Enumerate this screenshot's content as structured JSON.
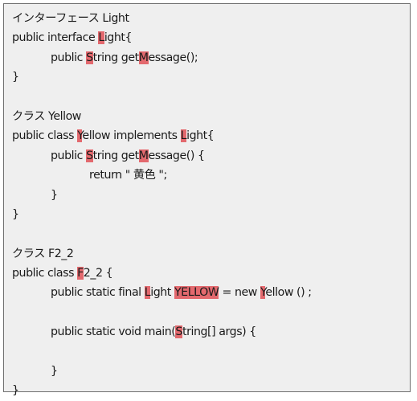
{
  "highlight_color": "#e3696e",
  "background_color": "#efefef",
  "lines": [
    {
      "indent": 0,
      "segments": [
        {
          "t": "インターフェース Light"
        }
      ]
    },
    {
      "indent": 0,
      "segments": [
        {
          "t": "public interface "
        },
        {
          "t": "L",
          "hl": true
        },
        {
          "t": "ight{"
        }
      ]
    },
    {
      "indent": 1,
      "segments": [
        {
          "t": "public "
        },
        {
          "t": "S",
          "hl": true
        },
        {
          "t": "tring get"
        },
        {
          "t": "M",
          "hl": true
        },
        {
          "t": "essage();"
        }
      ]
    },
    {
      "indent": 0,
      "segments": [
        {
          "t": "}"
        }
      ]
    },
    {
      "indent": 0,
      "segments": [
        {
          "t": ""
        }
      ]
    },
    {
      "indent": 0,
      "segments": [
        {
          "t": "クラス Yellow"
        }
      ]
    },
    {
      "indent": 0,
      "segments": [
        {
          "t": "public class "
        },
        {
          "t": "Y",
          "hl": true
        },
        {
          "t": "ellow implements "
        },
        {
          "t": "L",
          "hl": true
        },
        {
          "t": "ight{"
        }
      ]
    },
    {
      "indent": 1,
      "segments": [
        {
          "t": "public "
        },
        {
          "t": "S",
          "hl": true
        },
        {
          "t": "tring get"
        },
        {
          "t": "M",
          "hl": true
        },
        {
          "t": "essage() {"
        }
      ]
    },
    {
      "indent": 2,
      "segments": [
        {
          "t": "return \" 黄色 \";"
        }
      ]
    },
    {
      "indent": 1,
      "segments": [
        {
          "t": "}"
        }
      ]
    },
    {
      "indent": 0,
      "segments": [
        {
          "t": "}"
        }
      ]
    },
    {
      "indent": 0,
      "segments": [
        {
          "t": ""
        }
      ]
    },
    {
      "indent": 0,
      "segments": [
        {
          "t": "クラス F2_2"
        }
      ]
    },
    {
      "indent": 0,
      "segments": [
        {
          "t": "public class "
        },
        {
          "t": "F",
          "hl": true
        },
        {
          "t": "2_2 {"
        }
      ]
    },
    {
      "indent": 1,
      "segments": [
        {
          "t": "public static final "
        },
        {
          "t": "L",
          "hl": true
        },
        {
          "t": "ight "
        },
        {
          "t": "YELLOW",
          "hl": true
        },
        {
          "t": " = new "
        },
        {
          "t": "Y",
          "hl": true
        },
        {
          "t": "ellow () ;"
        }
      ]
    },
    {
      "indent": 0,
      "segments": [
        {
          "t": ""
        }
      ]
    },
    {
      "indent": 1,
      "segments": [
        {
          "t": "public static void main("
        },
        {
          "t": "S",
          "hl": true
        },
        {
          "t": "tring[] args) {"
        }
      ]
    },
    {
      "indent": 0,
      "segments": [
        {
          "t": ""
        }
      ]
    },
    {
      "indent": 1,
      "segments": [
        {
          "t": "}"
        }
      ]
    },
    {
      "indent": 0,
      "segments": [
        {
          "t": "}"
        }
      ]
    }
  ]
}
